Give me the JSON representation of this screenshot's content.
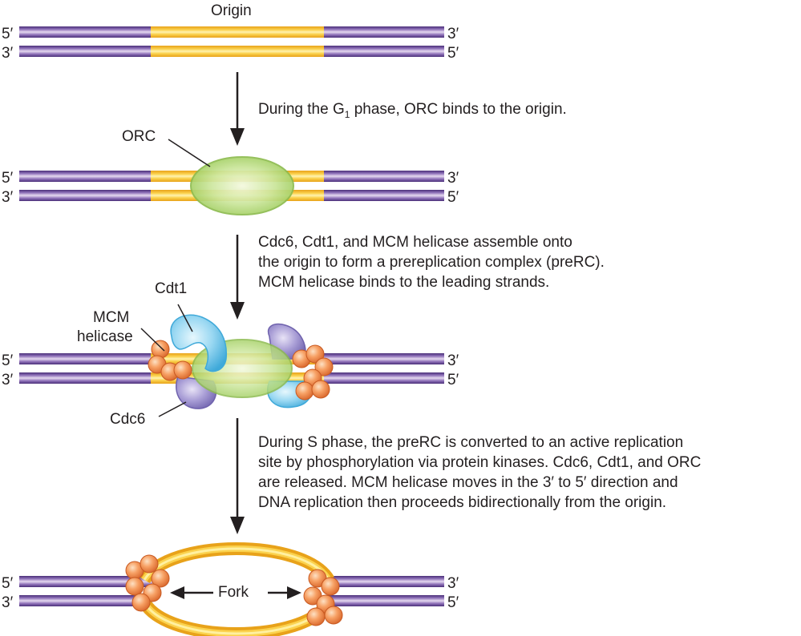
{
  "labels": {
    "origin": "Origin",
    "orc": "ORC",
    "cdt1": "Cdt1",
    "mcm_line1": "MCM",
    "mcm_line2": "helicase",
    "cdc6": "Cdc6",
    "fork": "Fork"
  },
  "strand_ends": {
    "top_left": "5′",
    "bottom_left": "3′",
    "top_right": "3′",
    "bottom_right": "5′"
  },
  "steps": {
    "step1": {
      "before_sub": "During the G",
      "subscript": "1",
      "after_sub": " phase, ORC binds to the origin."
    },
    "step2": {
      "lines": [
        "Cdc6, Cdt1, and MCM helicase assemble onto",
        "the origin to form a prereplication complex (preRC).",
        "MCM helicase binds to the leading strands."
      ]
    },
    "step3": {
      "lines": [
        "During S phase, the preRC is converted to an active replication",
        "site by phosphorylation via protein kinases. Cdc6, Cdt1, and ORC",
        "are released. MCM helicase moves in the 3′ to 5′ direction and",
        "DNA replication then proceeds bidirectionally from the origin."
      ]
    }
  },
  "colors": {
    "dna_purple": "#6d4c99",
    "dna_light": "#c9b3dc",
    "origin_yellow": "#f9c12e",
    "orc_green": "#a8d36b",
    "cdt1_blue": "#58bde6",
    "cdc6_purple": "#8c7fc5",
    "mcm_orange": "#f08848"
  }
}
